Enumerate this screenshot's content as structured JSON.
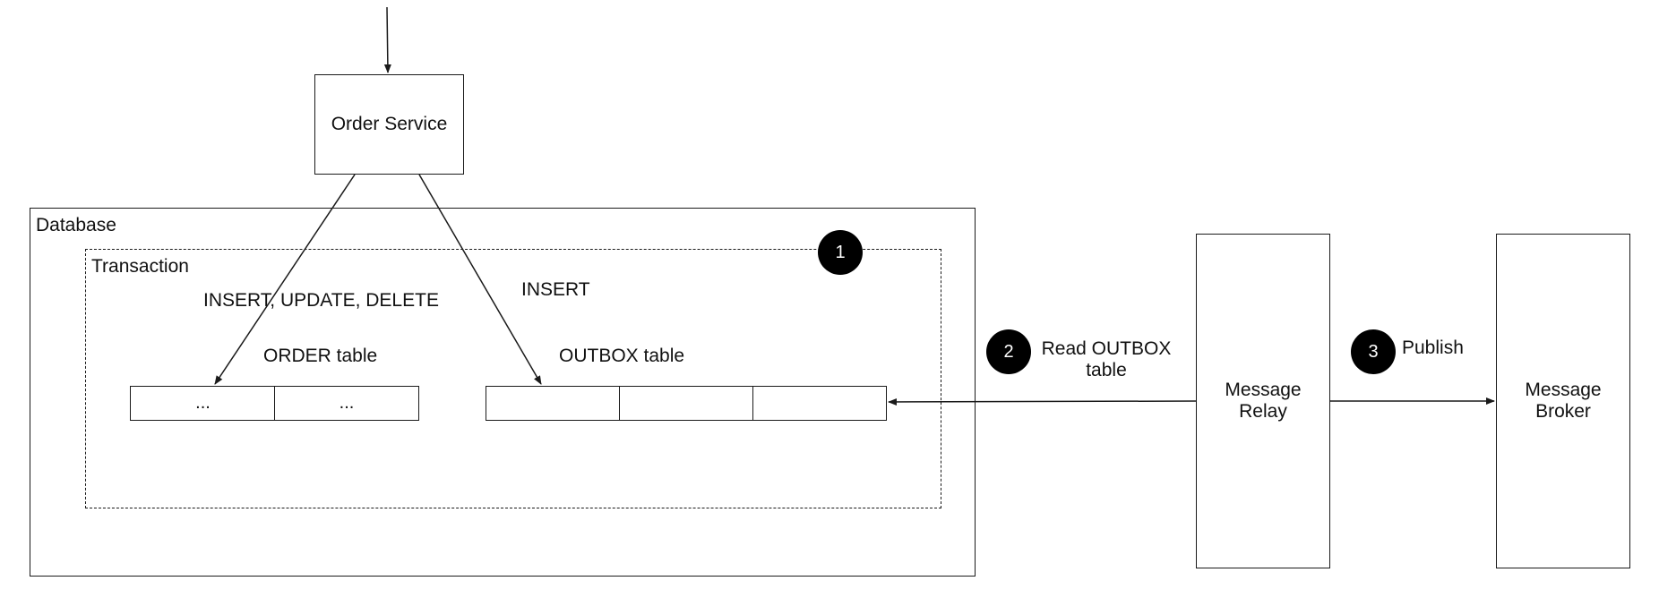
{
  "nodes": {
    "order_service": "Order Service",
    "database": "Database",
    "transaction": "Transaction",
    "message_relay": "Message\nRelay",
    "message_broker": "Message\nBroker"
  },
  "tables": {
    "order": {
      "label": "ORDER table",
      "cells": [
        "...",
        "..."
      ]
    },
    "outbox": {
      "label": "OUTBOX table",
      "cells": [
        "",
        "",
        ""
      ]
    }
  },
  "edges": {
    "to_order": "INSERT, UPDATE, DELETE",
    "to_outbox": "INSERT",
    "read_outbox": "Read OUTBOX\ntable",
    "publish": "Publish"
  },
  "badges": {
    "step1": "1",
    "step2": "2",
    "step3": "3"
  }
}
